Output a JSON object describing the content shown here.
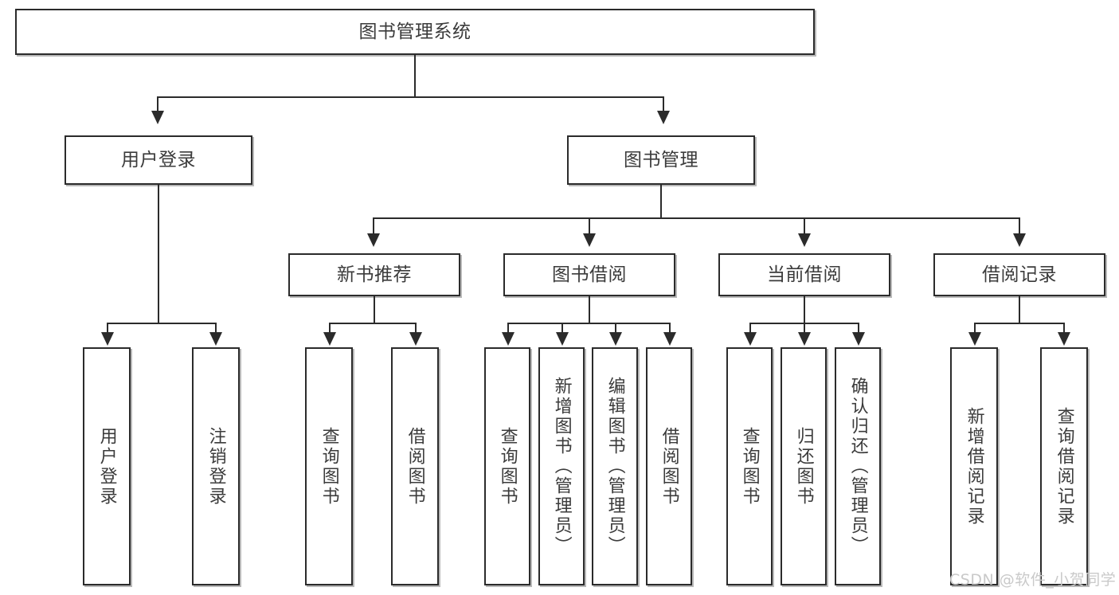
{
  "diagram": {
    "title": "图书管理系统",
    "type": "hierarchy-tree",
    "root": {
      "label": "图书管理系统"
    },
    "level1": [
      {
        "label": "用户登录"
      },
      {
        "label": "图书管理"
      }
    ],
    "level2": [
      {
        "label": "新书推荐"
      },
      {
        "label": "图书借阅"
      },
      {
        "label": "当前借阅"
      },
      {
        "label": "借阅记录"
      }
    ],
    "leaves": {
      "user_login": [
        {
          "label": "用户登录"
        },
        {
          "label": "注销登录"
        }
      ],
      "new_book_recommend": [
        {
          "label": "查询图书"
        },
        {
          "label": "借阅图书"
        }
      ],
      "book_borrow": [
        {
          "label": "查询图书"
        },
        {
          "label": "新增图书（管理员）"
        },
        {
          "label": "编辑图书（管理员）"
        },
        {
          "label": "借阅图书"
        }
      ],
      "current_borrow": [
        {
          "label": "查询图书"
        },
        {
          "label": "归还图书"
        },
        {
          "label": "确认归还（管理员）"
        }
      ],
      "borrow_records": [
        {
          "label": "新增借阅记录"
        },
        {
          "label": "查询借阅记录"
        }
      ]
    }
  },
  "watermark": {
    "text": "CSDN @软件_小贺同学"
  },
  "colors": {
    "border": "#2b2b2b",
    "text": "#3b3b3b",
    "background": "#ffffff",
    "watermark": "#c9c9c9"
  }
}
